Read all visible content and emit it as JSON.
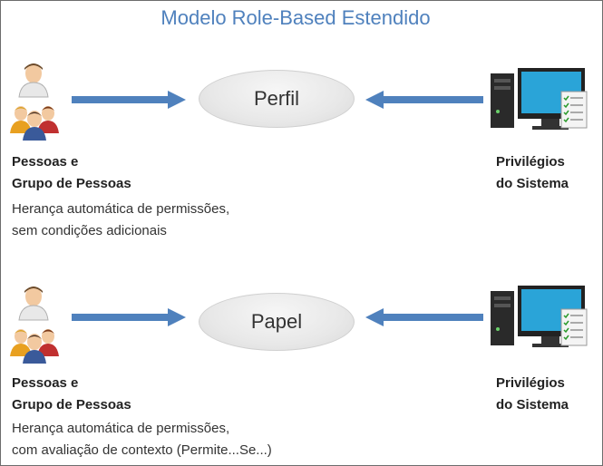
{
  "title": "Modelo Role-Based Estendido",
  "rows": [
    {
      "center": "Perfil",
      "left_label": [
        "Pessoas e",
        "Grupo de Pessoas"
      ],
      "left_desc": [
        "Herança automática de permissões,",
        "sem condições adicionais"
      ],
      "right_label": [
        "Privilégios",
        "do Sistema"
      ]
    },
    {
      "center": "Papel",
      "left_label": [
        "Pessoas e",
        "Grupo de Pessoas"
      ],
      "left_desc": [
        "Herança automática de permissões,",
        "com avaliação de contexto (Permite...Se...)"
      ],
      "right_label": [
        "Privilégios",
        "do Sistema"
      ]
    }
  ],
  "colors": {
    "title": "#4f81bd",
    "arrow": "#4f81bd",
    "ellipse": "#e8e8e8"
  },
  "icons": {
    "people": "people-group-icon",
    "computer": "computer-checklist-icon"
  }
}
